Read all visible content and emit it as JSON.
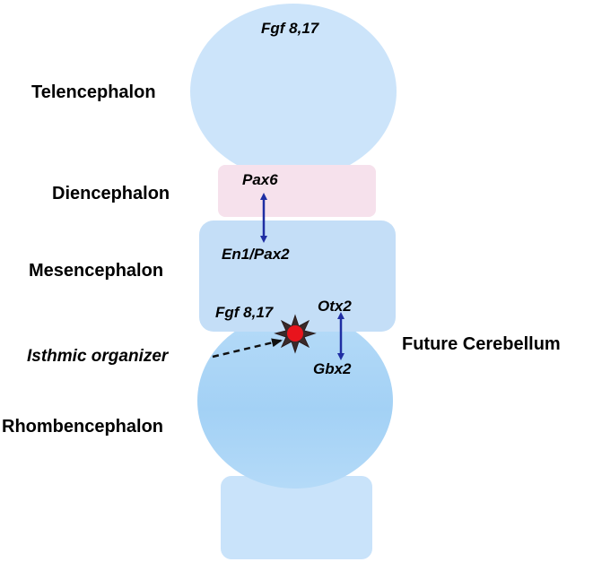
{
  "regions": {
    "telencephalon": "Telencephalon",
    "diencephalon": "Diencephalon",
    "mesencephalon": "Mesencephalon",
    "rhombencephalon": "Rhombencephalon",
    "future_cerebellum": "Future Cerebellum"
  },
  "genes": {
    "fgf_top": "Fgf 8,17",
    "pax6": "Pax6",
    "en1_pax2": "En1/Pax2",
    "fgf_isthmus": "Fgf 8,17",
    "otx2": "Otx2",
    "gbx2": "Gbx2"
  },
  "isthmic_organizer": "Isthmic organizer",
  "colors": {
    "telencephalon_fill": "#cce4fa",
    "diencephalon_fill": "#f6e1ec",
    "mesencephalon_fill": "#c4def7",
    "rhombencephalon_fill": "#a6d2f5",
    "spinal_cord_fill": "#c9e3fa",
    "arrow": "#1f2ea3",
    "organizer_fill": "#e8141c"
  }
}
